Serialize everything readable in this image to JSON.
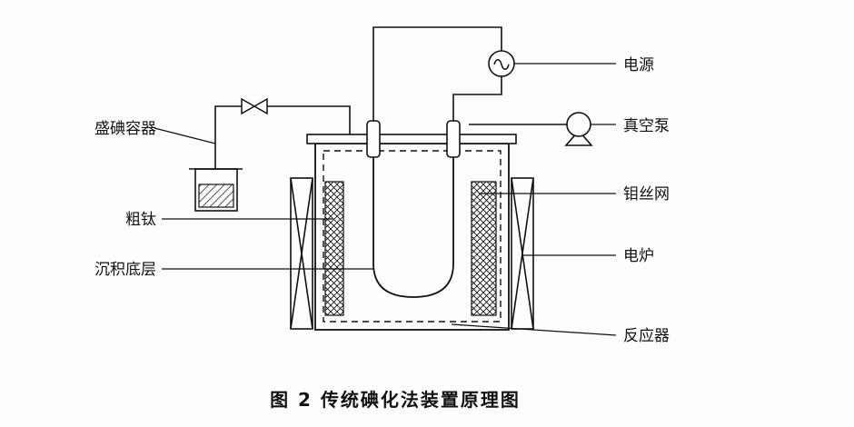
{
  "figure": {
    "caption": "图 2  传统碘化法装置原理图"
  },
  "labels": {
    "iodine_container": "盛碘容器",
    "crude_titanium": "粗钛",
    "deposition_substrate": "沉积底层",
    "power_supply": "电源",
    "vacuum_pump": "真空泵",
    "mo_wire_mesh": "钼丝网",
    "electric_furnace": "电炉",
    "reactor": "反应器"
  },
  "symbols": {
    "power_supply": "ac-source-circle-with-tilde",
    "vacuum_pump": "circle-on-triangle-stand",
    "valve": "bowtie-valve",
    "iodine_container": "open-vessel-with-hatched-charge",
    "titanium_charge": "crosshatched-mesh-strip",
    "furnace": "rectangle-with-x",
    "reactor_liner": "dashed-inner-wall"
  },
  "colors": {
    "line": "#111111",
    "background": "#fdfdfc"
  }
}
